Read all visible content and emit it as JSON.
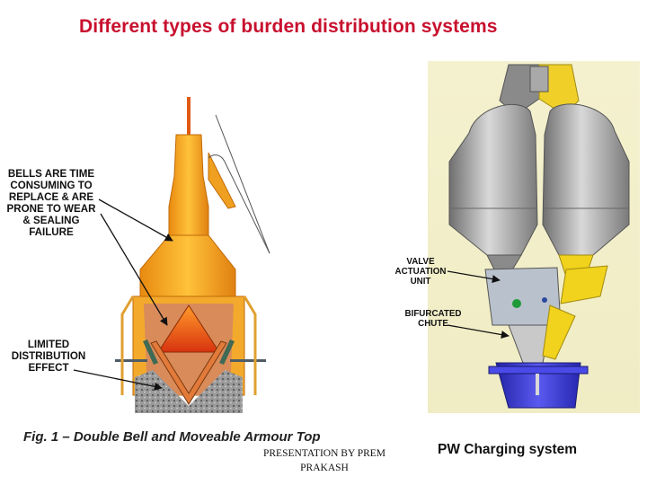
{
  "title": "Different types of burden distribution systems",
  "left_figure": {
    "labels": {
      "bells": [
        "BELLS ARE TIME",
        "CONSUMING TO",
        "REPLACE & ARE",
        "PRONE TO WEAR",
        "& SEALING",
        "FAILURE"
      ],
      "limited": [
        "LIMITED",
        "DISTRIBUTION",
        "EFFECT"
      ]
    },
    "caption": "Fig. 1 – Double Bell and Moveable Armour Top"
  },
  "right_figure": {
    "labels": {
      "valve": [
        "VALVE",
        "ACTUATION",
        "UNIT"
      ],
      "chute": [
        "BIFURCATED",
        "CHUTE"
      ]
    },
    "caption": "PW Charging system"
  },
  "credit": [
    "PRESENTATION BY PREM",
    "PRAKASH"
  ],
  "colors": {
    "title": "#c8102e",
    "furnace_orange": "#f4a21a",
    "bell_red": "#e8461a",
    "hopper_grey": "#9a9a9a",
    "accent_yellow": "#f1d21c",
    "base_blue": "#3b3bd6"
  }
}
